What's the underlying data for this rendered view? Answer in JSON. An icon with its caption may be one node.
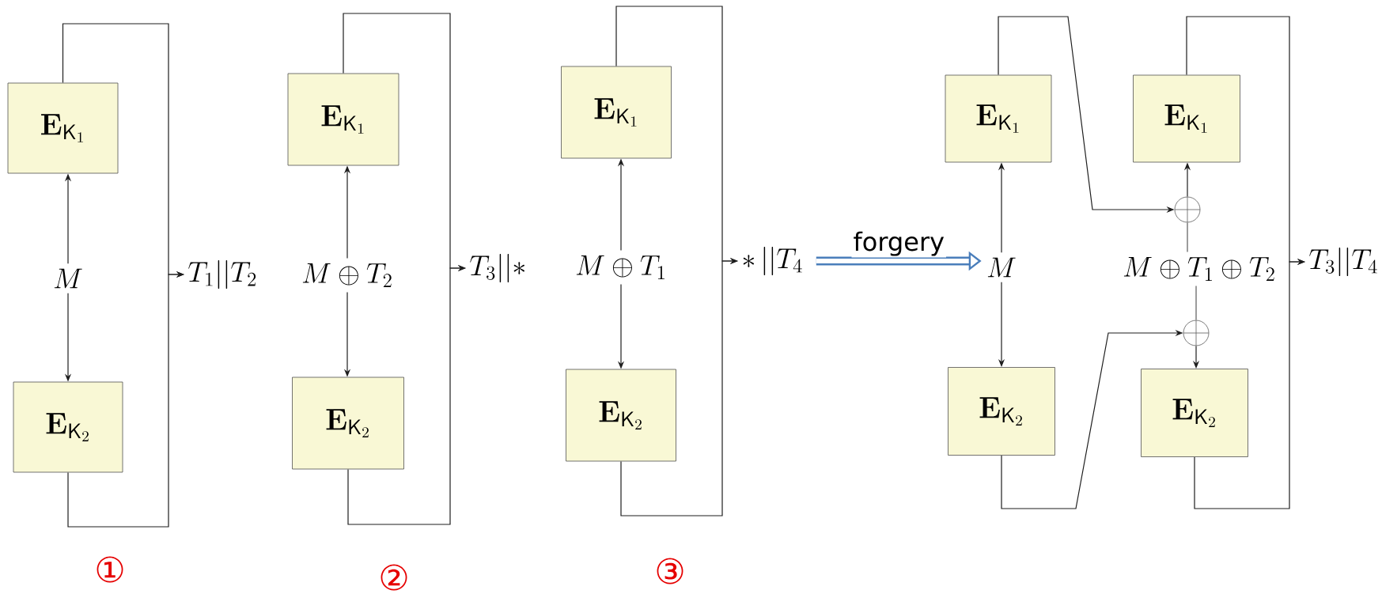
{
  "diagram": {
    "nodes": [
      {
        "text": [
          "\\mathbf{E}_{\\mathsf{K}_1}"
        ]
      },
      {
        "text": [
          "M"
        ]
      },
      {
        "text": [
          "\\mathbf{E}_{\\mathsf{K}_2}"
        ]
      },
      {
        "text": [
          "T_1||T_2"
        ]
      },
      {
        "text": [
          "\\mathbf{E}_{\\mathsf{K}_1}"
        ]
      },
      {
        "text": [
          "M \\oplus T_2"
        ]
      },
      {
        "text": [
          "\\mathbf{E}_{\\mathsf{K}_2}"
        ]
      },
      {
        "text": [
          "T_3|| \\ast"
        ]
      },
      {
        "text": [
          "\\mathbf{E}_{\\mathsf{K}_1}"
        ]
      },
      {
        "text": [
          "M \\oplus T_1"
        ]
      },
      {
        "text": [
          "\\mathbf{E}_{\\mathsf{K}_2}"
        ]
      },
      {
        "text": [
          "\\ast\\, ||T_4"
        ]
      },
      {
        "text": [
          "\\mathbf{E}_{\\mathsf{K}_1}"
        ]
      },
      {
        "text": [
          "M"
        ]
      },
      {
        "text": [
          "\\mathbf{E}_{\\mathsf{K}_2}"
        ]
      },
      {
        "text": [
          "\\mathbf{E}_{\\mathsf{K}_1}"
        ]
      },
      {
        "text": [],
        "shape": "circle"
      },
      {
        "text": [
          "M \\oplus T_1 \\oplus T_2"
        ]
      },
      {
        "text": [],
        "shape": "circle"
      },
      {
        "text": [
          "\\mathbf{E}_{\\mathsf{K}_2}"
        ]
      },
      {
        "text": [
          "T_3||T_4"
        ]
      }
    ],
    "edges": [
      {
        "from": 1,
        "to": 0,
        "arrow": "to"
      },
      {
        "from": 1,
        "to": 2,
        "arrow": "to"
      },
      {
        "from": 0,
        "to": 3,
        "arrow": "to"
      },
      {
        "from": 2,
        "to": 3,
        "arrow": "to"
      },
      {
        "from": 5,
        "to": 4,
        "arrow": "to"
      },
      {
        "from": 5,
        "to": 6,
        "arrow": "to"
      },
      {
        "from": 4,
        "to": 7,
        "arrow": "to"
      },
      {
        "from": 6,
        "to": 7,
        "arrow": "to"
      },
      {
        "from": 9,
        "to": 8,
        "arrow": "to"
      },
      {
        "from": 9,
        "to": 10,
        "arrow": "to"
      },
      {
        "from": 8,
        "to": 11,
        "arrow": "to"
      },
      {
        "from": 10,
        "to": 11,
        "arrow": "to"
      },
      {
        "from": 11,
        "to": 13,
        "arrow": "to",
        "label": "forgery",
        "style": "thick",
        "color": "#4a7ebb"
      },
      {
        "from": 13,
        "to": 12,
        "arrow": "to"
      },
      {
        "from": 13,
        "to": 14,
        "arrow": "to"
      },
      {
        "from": 12,
        "to": 16,
        "arrow": "to"
      },
      {
        "from": 17,
        "to": 16,
        "arrow": "none"
      },
      {
        "from": 16,
        "to": 15,
        "arrow": "to"
      },
      {
        "from": 14,
        "to": 18,
        "arrow": "to"
      },
      {
        "from": 17,
        "to": 18,
        "arrow": "none"
      },
      {
        "from": 18,
        "to": 19,
        "arrow": "to"
      },
      {
        "from": 15,
        "to": 20,
        "arrow": "to"
      },
      {
        "from": 19,
        "to": 20,
        "arrow": "to"
      }
    ],
    "labels": [
      "①",
      "②",
      "③"
    ]
  }
}
